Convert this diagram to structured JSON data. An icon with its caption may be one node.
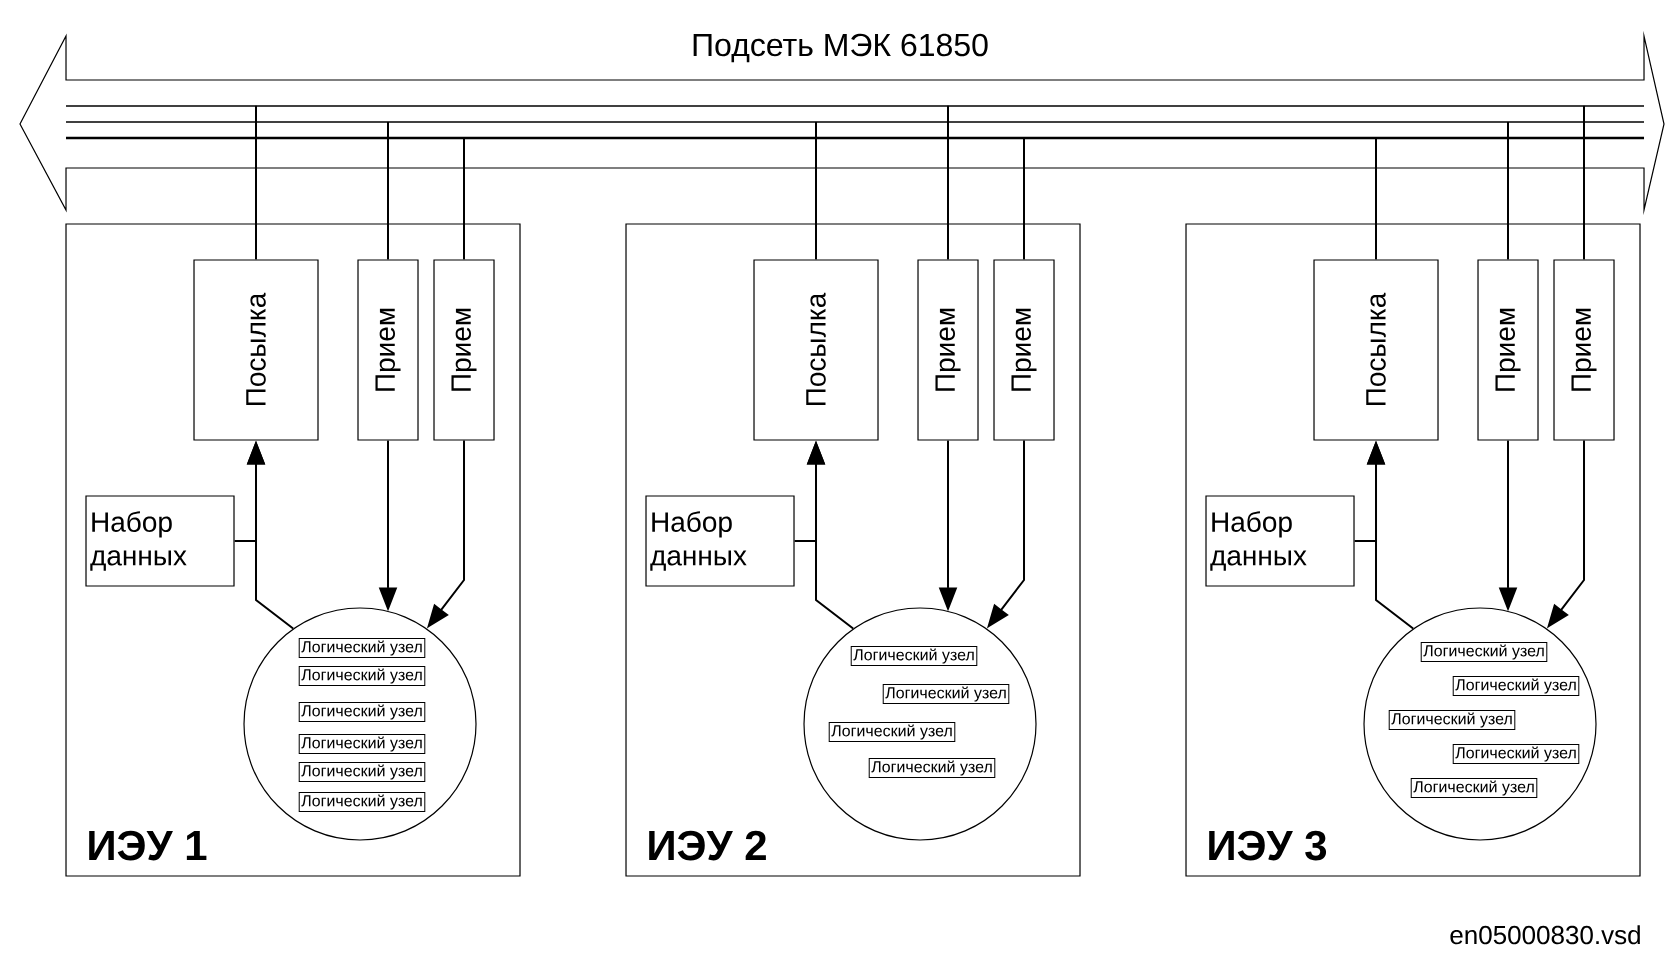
{
  "diagram": {
    "nodes": [
      {
        "text": [
          "Подсеть МЭК 61850"
        ]
      },
      {
        "text": [
          "ИЭУ 1"
        ]
      },
      {
        "text": [
          "Посылка"
        ],
        "in": 1
      },
      {
        "text": [
          "Прием"
        ],
        "in": 1
      },
      {
        "text": [
          "Прием"
        ],
        "in": 1
      },
      {
        "text": [
          "Набор данных"
        ],
        "in": 1
      },
      {
        "text": [],
        "shape": "circle",
        "in": 1
      },
      {
        "text": [
          "Логический узел"
        ],
        "in": 6
      },
      {
        "text": [
          "Логический узел"
        ],
        "in": 6
      },
      {
        "text": [
          "Логический узел"
        ],
        "in": 6
      },
      {
        "text": [
          "Логический узел"
        ],
        "in": 6
      },
      {
        "text": [
          "Логический узел"
        ],
        "in": 6
      },
      {
        "text": [
          "Логический узел"
        ],
        "in": 6
      },
      {
        "text": [
          "ИЭУ 2"
        ]
      },
      {
        "text": [
          "Посылка"
        ],
        "in": 13
      },
      {
        "text": [
          "Прием"
        ],
        "in": 13
      },
      {
        "text": [
          "Прием"
        ],
        "in": 13
      },
      {
        "text": [
          "Набор данных"
        ],
        "in": 13
      },
      {
        "text": [],
        "shape": "circle",
        "in": 13
      },
      {
        "text": [
          "Логический узел"
        ],
        "in": 18
      },
      {
        "text": [
          "Логический узел"
        ],
        "in": 18
      },
      {
        "text": [
          "Логический узел"
        ],
        "in": 18
      },
      {
        "text": [
          "Логический узел"
        ],
        "in": 18
      },
      {
        "text": [
          "ИЭУ 3"
        ]
      },
      {
        "text": [
          "Посылка"
        ],
        "in": 23
      },
      {
        "text": [
          "Прием"
        ],
        "in": 23
      },
      {
        "text": [
          "Прием"
        ],
        "in": 23
      },
      {
        "text": [
          "Набор данных"
        ],
        "in": 23
      },
      {
        "text": [],
        "shape": "circle",
        "in": 23
      },
      {
        "text": [
          "Логический узел"
        ],
        "in": 28
      },
      {
        "text": [
          "Логический узел"
        ],
        "in": 28
      },
      {
        "text": [
          "Логический узел"
        ],
        "in": 28
      },
      {
        "text": [
          "Логический узел"
        ],
        "in": 28
      },
      {
        "text": [
          "Логический узел"
        ],
        "in": 28
      }
    ],
    "edges": [
      {
        "from": 0,
        "to": 2,
        "arrow": "none"
      },
      {
        "from": 0,
        "to": 3,
        "arrow": "none"
      },
      {
        "from": 0,
        "to": 4,
        "arrow": "none"
      },
      {
        "from": 6,
        "to": 2,
        "arrow": "to"
      },
      {
        "from": 5,
        "to": 2,
        "arrow": "to"
      },
      {
        "from": 3,
        "to": 6,
        "arrow": "to"
      },
      {
        "from": 4,
        "to": 6,
        "arrow": "to"
      },
      {
        "from": 0,
        "to": 14,
        "arrow": "none"
      },
      {
        "from": 0,
        "to": 15,
        "arrow": "none"
      },
      {
        "from": 0,
        "to": 16,
        "arrow": "none"
      },
      {
        "from": 18,
        "to": 14,
        "arrow": "to"
      },
      {
        "from": 17,
        "to": 14,
        "arrow": "to"
      },
      {
        "from": 15,
        "to": 18,
        "arrow": "to"
      },
      {
        "from": 16,
        "to": 18,
        "arrow": "to"
      },
      {
        "from": 0,
        "to": 24,
        "arrow": "none"
      },
      {
        "from": 0,
        "to": 25,
        "arrow": "none"
      },
      {
        "from": 0,
        "to": 26,
        "arrow": "none"
      },
      {
        "from": 28,
        "to": 24,
        "arrow": "to"
      },
      {
        "from": 27,
        "to": 24,
        "arrow": "to"
      },
      {
        "from": 25,
        "to": 28,
        "arrow": "to"
      },
      {
        "from": 26,
        "to": 28,
        "arrow": "to"
      }
    ],
    "labels": [
      "en05000830.vsd"
    ]
  }
}
